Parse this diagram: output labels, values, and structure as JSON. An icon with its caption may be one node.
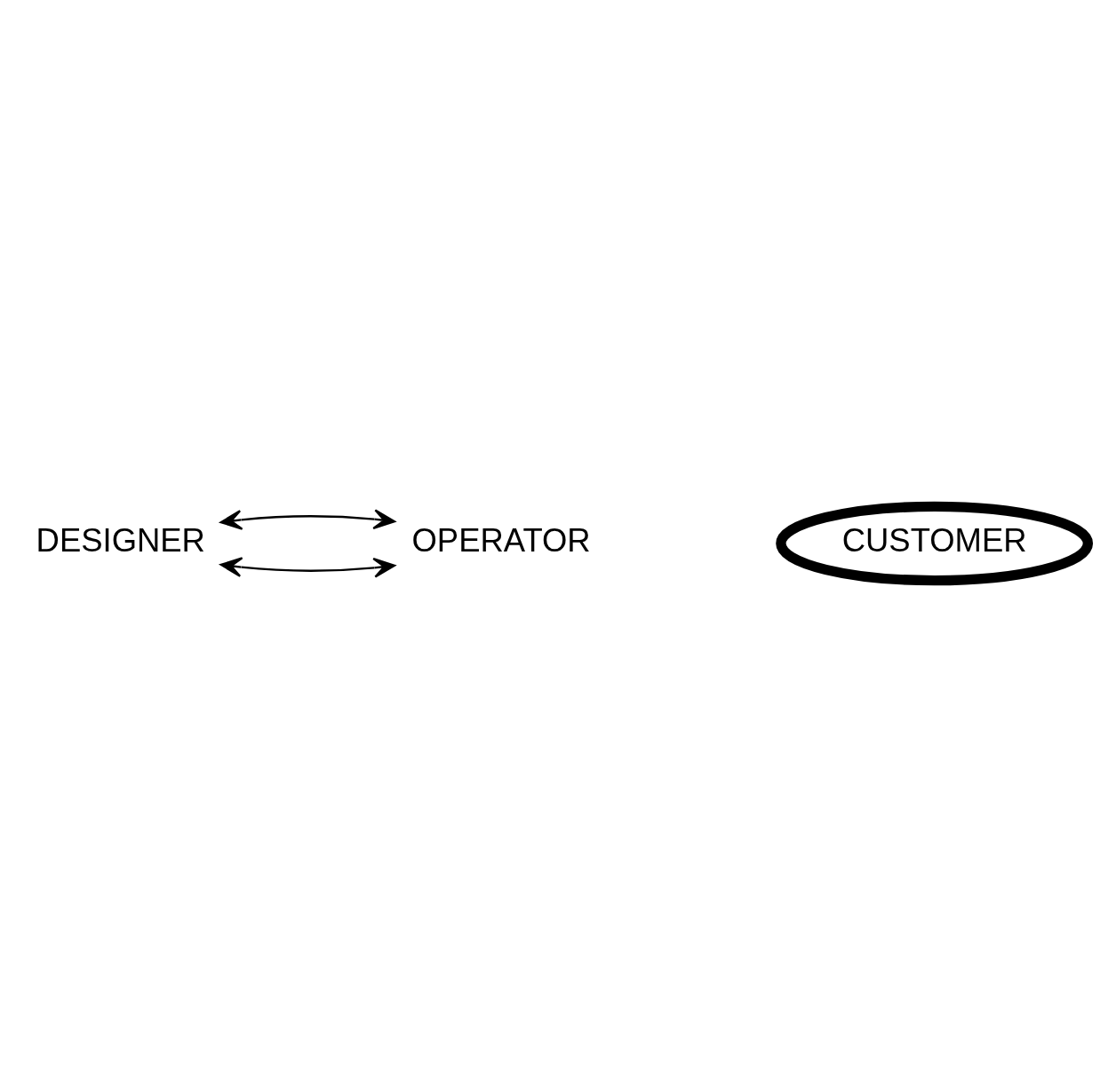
{
  "diagram": {
    "nodes": [
      {
        "text": [
          "DESIGNER"
        ]
      },
      {
        "text": [
          "CUSTOMER"
        ]
      },
      {
        "text": [
          "OPERATOR"
        ]
      }
    ],
    "edges": [
      {
        "from": 0,
        "to": 2,
        "arrow": "both"
      },
      {
        "from": 2,
        "to": 0,
        "arrow": "both"
      }
    ]
  }
}
